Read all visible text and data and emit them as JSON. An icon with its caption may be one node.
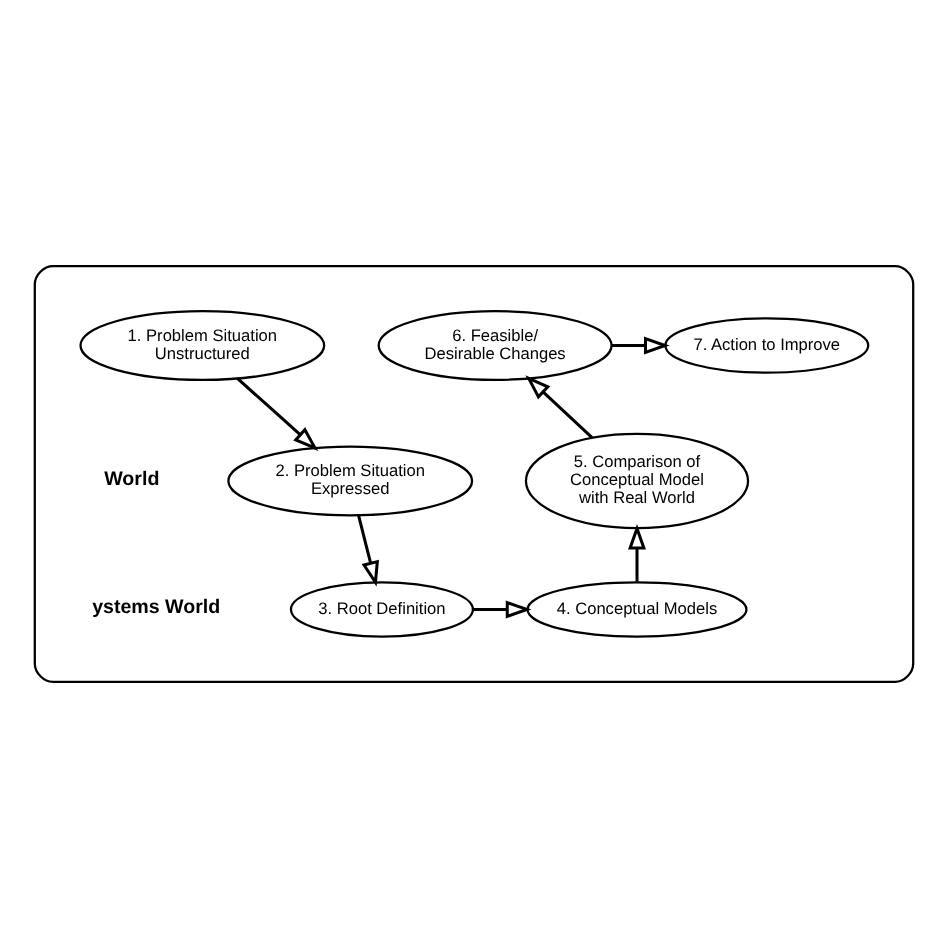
{
  "diagram": {
    "nodes": [
      {
        "text": [],
        "shape": "ellipse"
      },
      {
        "text": [
          "1. Problem Situation Unstructured"
        ],
        "in": 0
      },
      {
        "text": [
          "2. Problem Situation Expressed"
        ],
        "in": 0
      },
      {
        "text": [
          "3. Root Definition"
        ],
        "in": 0
      },
      {
        "text": [
          "4. Conceptual Models"
        ],
        "in": 0
      },
      {
        "text": [
          "5. Comparison of Conceptual Model with Real World"
        ],
        "in": 0
      },
      {
        "text": [
          "6. Feasible/ Desirable Changes"
        ],
        "in": 0
      },
      {
        "text": [
          "7. Action to Improve"
        ],
        "in": 0
      }
    ],
    "edges": [
      {
        "from": 1,
        "to": 2,
        "arrow": "to"
      },
      {
        "from": 2,
        "to": 3,
        "arrow": "to"
      },
      {
        "from": 3,
        "to": 4,
        "arrow": "to"
      },
      {
        "from": 4,
        "to": 5,
        "arrow": "to"
      },
      {
        "from": 5,
        "to": 6,
        "arrow": "to"
      },
      {
        "from": 6,
        "to": 7,
        "arrow": "to"
      }
    ],
    "labels": [
      "World",
      "ystems World"
    ]
  }
}
